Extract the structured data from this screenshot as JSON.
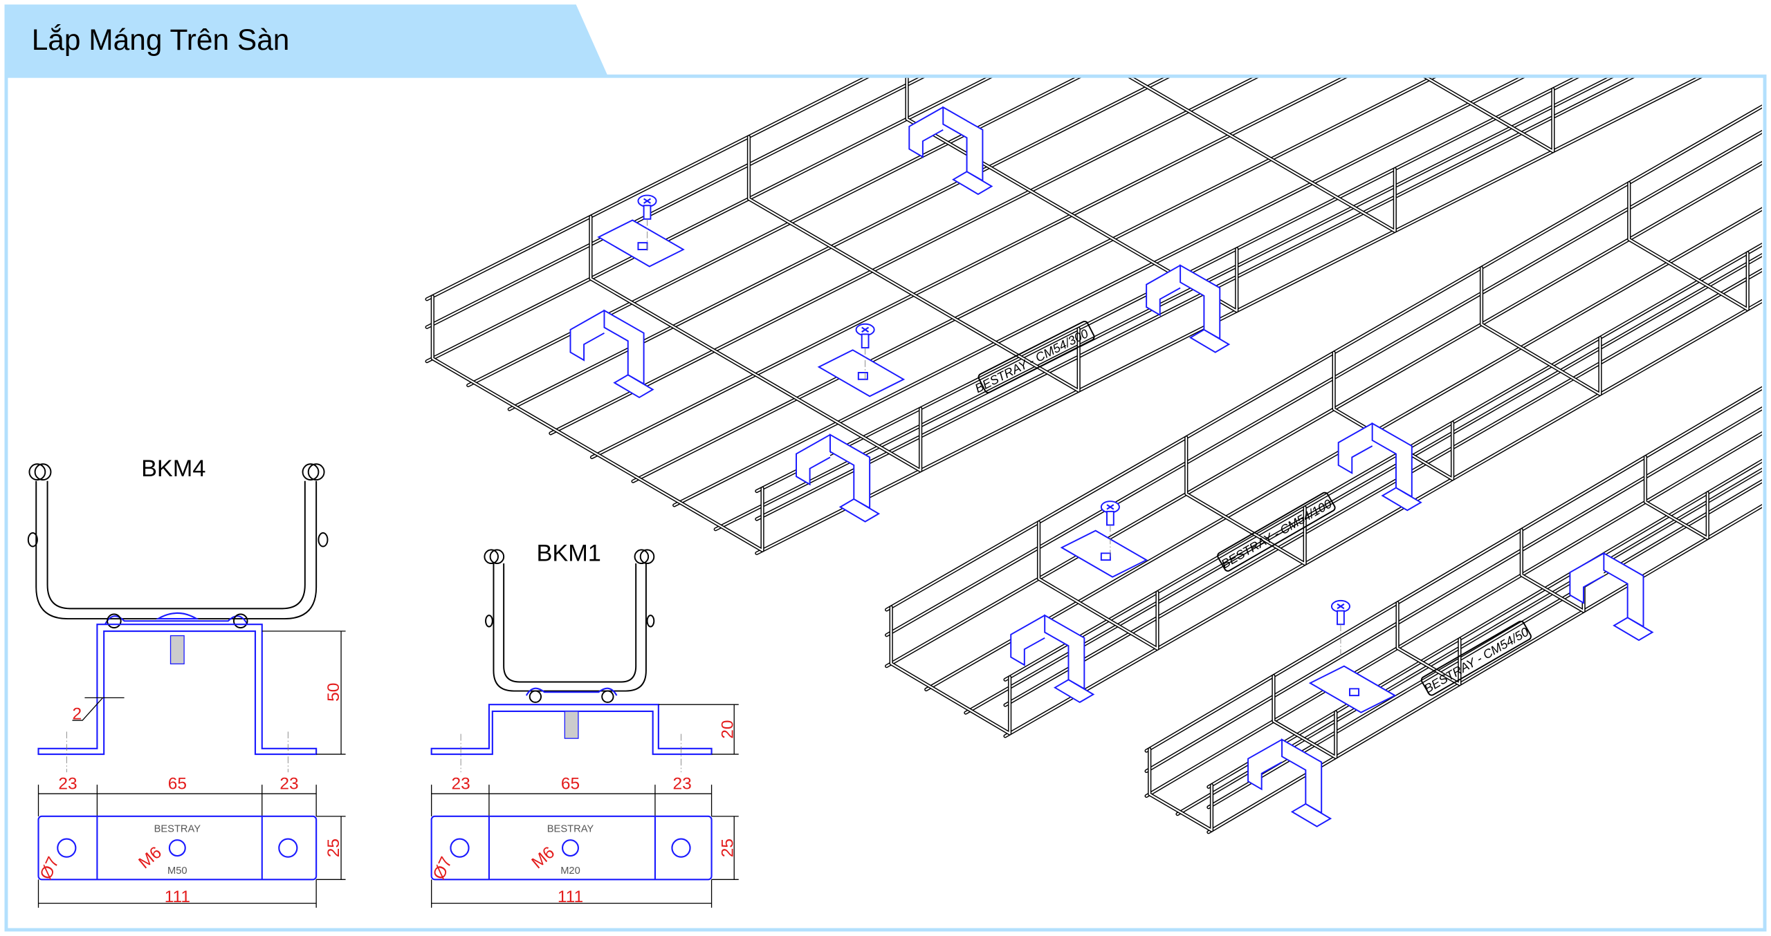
{
  "header": {
    "title": "Lắp Máng Trên Sàn"
  },
  "colors": {
    "header_bg": "#b3e0fd",
    "frame": "#b3e0fd",
    "bracket": "#1a1aff",
    "dimension": "#e31b1b"
  },
  "bkm4": {
    "label": "BKM4",
    "height_dim": "50",
    "thickness_dim": "2",
    "left_dim": "23",
    "center_dim": "65",
    "right_dim": "23",
    "width_dim": "25",
    "total_dim": "111",
    "plate_brand": "BESTRAY",
    "plate_model": "M50",
    "bolt_dim": "M6",
    "hole_dim": "Ø7"
  },
  "bkm1": {
    "label": "BKM1",
    "height_dim": "20",
    "left_dim": "23",
    "center_dim": "65",
    "right_dim": "23",
    "width_dim": "25",
    "total_dim": "111",
    "plate_brand": "BESTRAY",
    "plate_model": "M20",
    "bolt_dim": "M6",
    "hole_dim": "Ø7"
  },
  "trays": [
    {
      "label": "BESTRAY - CM54/300"
    },
    {
      "label": "BESTRAY - CM54/100"
    },
    {
      "label": "BESTRAY - CM54/50"
    }
  ]
}
